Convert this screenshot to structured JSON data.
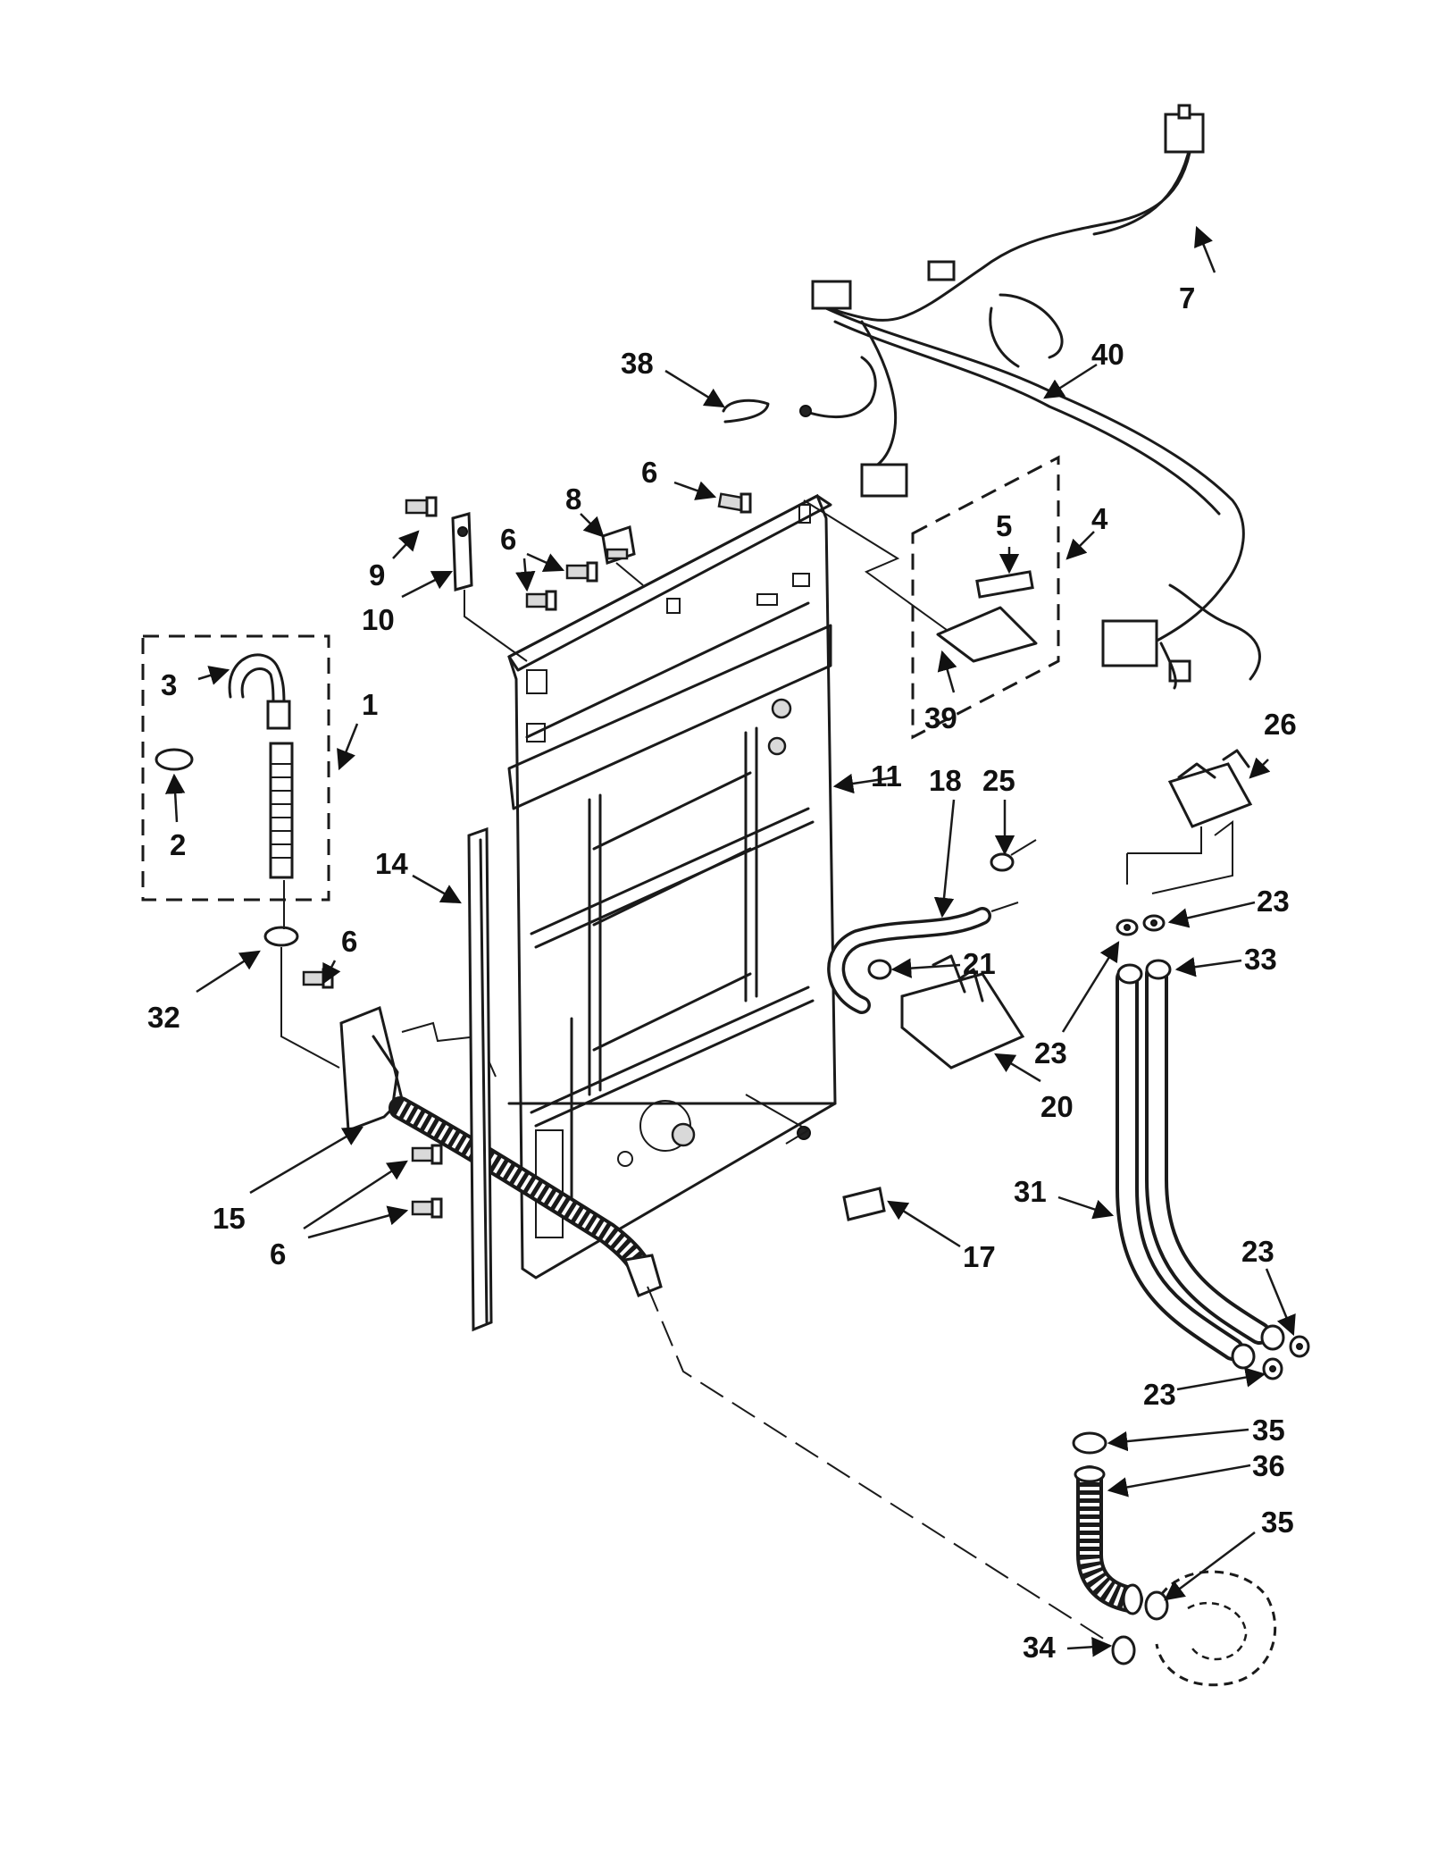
{
  "diagram": {
    "labels": [
      {
        "id": "7",
        "text": "7"
      },
      {
        "id": "40",
        "text": "40"
      },
      {
        "id": "38",
        "text": "38"
      },
      {
        "id": "6a",
        "text": "6"
      },
      {
        "id": "8",
        "text": "8"
      },
      {
        "id": "4",
        "text": "4"
      },
      {
        "id": "5",
        "text": "5"
      },
      {
        "id": "9",
        "text": "9"
      },
      {
        "id": "6b",
        "text": "6"
      },
      {
        "id": "10",
        "text": "10"
      },
      {
        "id": "3",
        "text": "3"
      },
      {
        "id": "1",
        "text": "1"
      },
      {
        "id": "2",
        "text": "2"
      },
      {
        "id": "39",
        "text": "39"
      },
      {
        "id": "26",
        "text": "26"
      },
      {
        "id": "11",
        "text": "11"
      },
      {
        "id": "18",
        "text": "18"
      },
      {
        "id": "25",
        "text": "25"
      },
      {
        "id": "14",
        "text": "14"
      },
      {
        "id": "23a",
        "text": "23"
      },
      {
        "id": "33",
        "text": "33"
      },
      {
        "id": "6c",
        "text": "6"
      },
      {
        "id": "21",
        "text": "21"
      },
      {
        "id": "32",
        "text": "32"
      },
      {
        "id": "23b",
        "text": "23"
      },
      {
        "id": "20",
        "text": "20"
      },
      {
        "id": "15",
        "text": "15"
      },
      {
        "id": "31",
        "text": "31"
      },
      {
        "id": "6d",
        "text": "6"
      },
      {
        "id": "17",
        "text": "17"
      },
      {
        "id": "23c",
        "text": "23"
      },
      {
        "id": "23d",
        "text": "23"
      },
      {
        "id": "35a",
        "text": "35"
      },
      {
        "id": "36",
        "text": "36"
      },
      {
        "id": "35b",
        "text": "35"
      },
      {
        "id": "34",
        "text": "34"
      }
    ]
  }
}
